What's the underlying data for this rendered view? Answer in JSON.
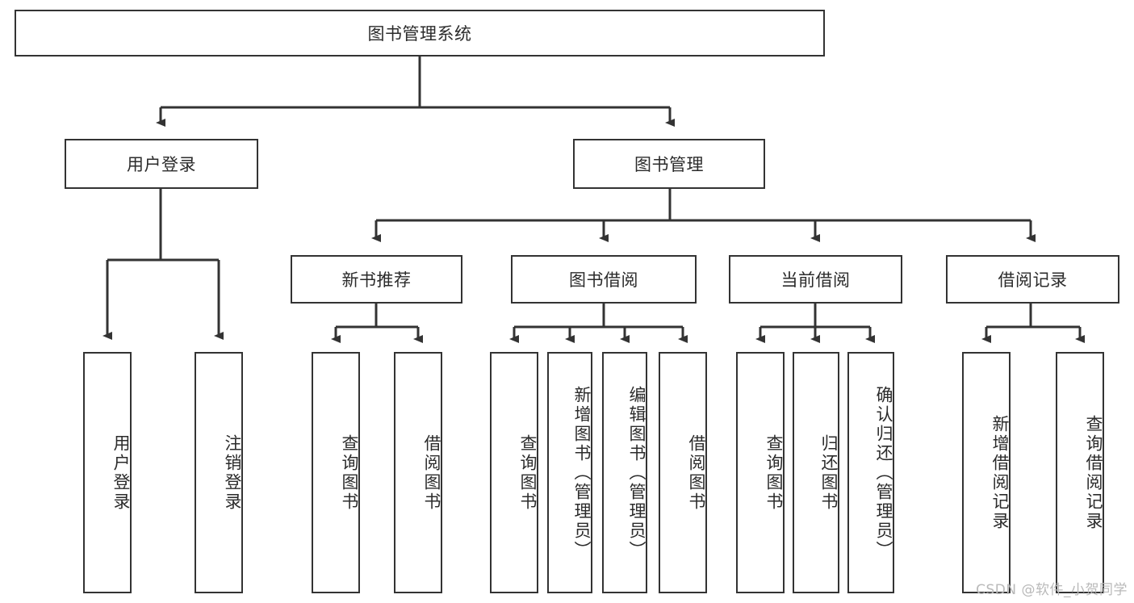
{
  "diagram": {
    "title": "图书管理系统",
    "type": "hierarchy-tree",
    "root": {
      "label": "图书管理系统"
    },
    "level2": [
      {
        "label": "用户登录"
      },
      {
        "label": "图书管理"
      }
    ],
    "level3": [
      {
        "label": "新书推荐"
      },
      {
        "label": "图书借阅"
      },
      {
        "label": "当前借阅"
      },
      {
        "label": "借阅记录"
      }
    ],
    "leaves": {
      "user_login": [
        {
          "label": "用户登录"
        },
        {
          "label": "注销登录"
        }
      ],
      "new_book_recommend": [
        {
          "label": "查询图书"
        },
        {
          "label": "借阅图书"
        }
      ],
      "book_borrow": [
        {
          "label": "查询图书"
        },
        {
          "label": "新增图书（管理员）"
        },
        {
          "label": "编辑图书（管理员）"
        },
        {
          "label": "借阅图书"
        }
      ],
      "current_borrow": [
        {
          "label": "查询图书"
        },
        {
          "label": "归还图书"
        },
        {
          "label": "确认归还（管理员）"
        }
      ],
      "borrow_record": [
        {
          "label": "新增借阅记录"
        },
        {
          "label": "查询借阅记录"
        }
      ]
    }
  },
  "watermark": {
    "text": "CSDN @软件_小贺同学"
  },
  "colors": {
    "border": "#333333",
    "text": "#2b2b2b",
    "background": "#ffffff",
    "connector": "#333333",
    "watermark": "#b9b9b9"
  }
}
